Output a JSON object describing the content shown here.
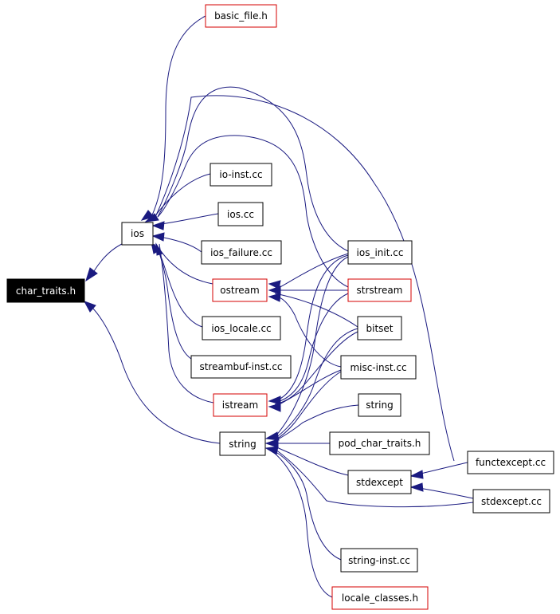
{
  "colors": {
    "edge": "#1a1a80",
    "node_border": "#000000",
    "node_border_link": "#d40000",
    "root_fill": "#000000",
    "root_text": "#ffffff"
  },
  "nodes": {
    "char_traits_h": "char_traits.h",
    "ios": "ios",
    "string": "string",
    "basic_file_h": "basic_file.h",
    "io_inst_cc": "io-inst.cc",
    "ios_cc": "ios.cc",
    "ios_failure_cc": "ios_failure.cc",
    "ostream": "ostream",
    "ios_locale_cc": "ios_locale.cc",
    "streambuf_inst_cc": "streambuf-inst.cc",
    "istream": "istream",
    "ios_init_cc": "ios_init.cc",
    "strstream": "strstream",
    "bitset": "bitset",
    "misc_inst_cc": "misc-inst.cc",
    "string2": "string",
    "pod_char_traits_h": "pod_char_traits.h",
    "stdexcept": "stdexcept",
    "functexcept_cc": "functexcept.cc",
    "stdexcept_cc": "stdexcept.cc",
    "string_inst_cc": "string-inst.cc",
    "locale_classes_h": "locale_classes.h"
  }
}
